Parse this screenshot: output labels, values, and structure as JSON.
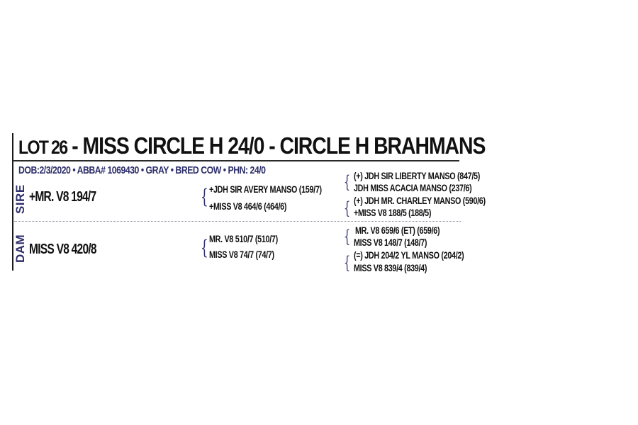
{
  "lot": {
    "lot_label": "LOT 26",
    "title_rest": " - MISS CIRCLE H 24/0 - CIRCLE H BRAHMANS",
    "info_line": "DOB:2/3/2020 • ABBA# 1069430 • GRAY • BRED COW • PHN: 24/0"
  },
  "colors": {
    "accent_navy": "#2e2f6b",
    "text": "#111111"
  },
  "sire": {
    "label": "SIRE",
    "name": "+MR. V8 194/7",
    "sire": "+JDH SIR AVERY MANSO (159/7)",
    "dam": "+MISS V8 464/6 (464/6)",
    "sire_sire": "(+) JDH SIR LIBERTY MANSO (847/5)",
    "sire_dam": "JDH MISS ACACIA MANSO (237/6)",
    "dam_sire": "(+) JDH MR. CHARLEY MANSO (590/6)",
    "dam_dam": "+MISS V8 188/5 (188/5)"
  },
  "dam": {
    "label": "DAM",
    "name": "MISS V8 420/8",
    "sire": "MR. V8 510/7 (510/7)",
    "dam": "MISS V8 74/7 (74/7)",
    "sire_sire": "MR. V8 659/6 (ET) (659/6)",
    "sire_dam": "MISS V8 148/7 (148/7)",
    "dam_sire": "(=) JDH 204/2 YL MANSO (204/2)",
    "dam_dam": "MISS V8 839/4 (839/4)"
  },
  "icons": {
    "brace": "{"
  }
}
